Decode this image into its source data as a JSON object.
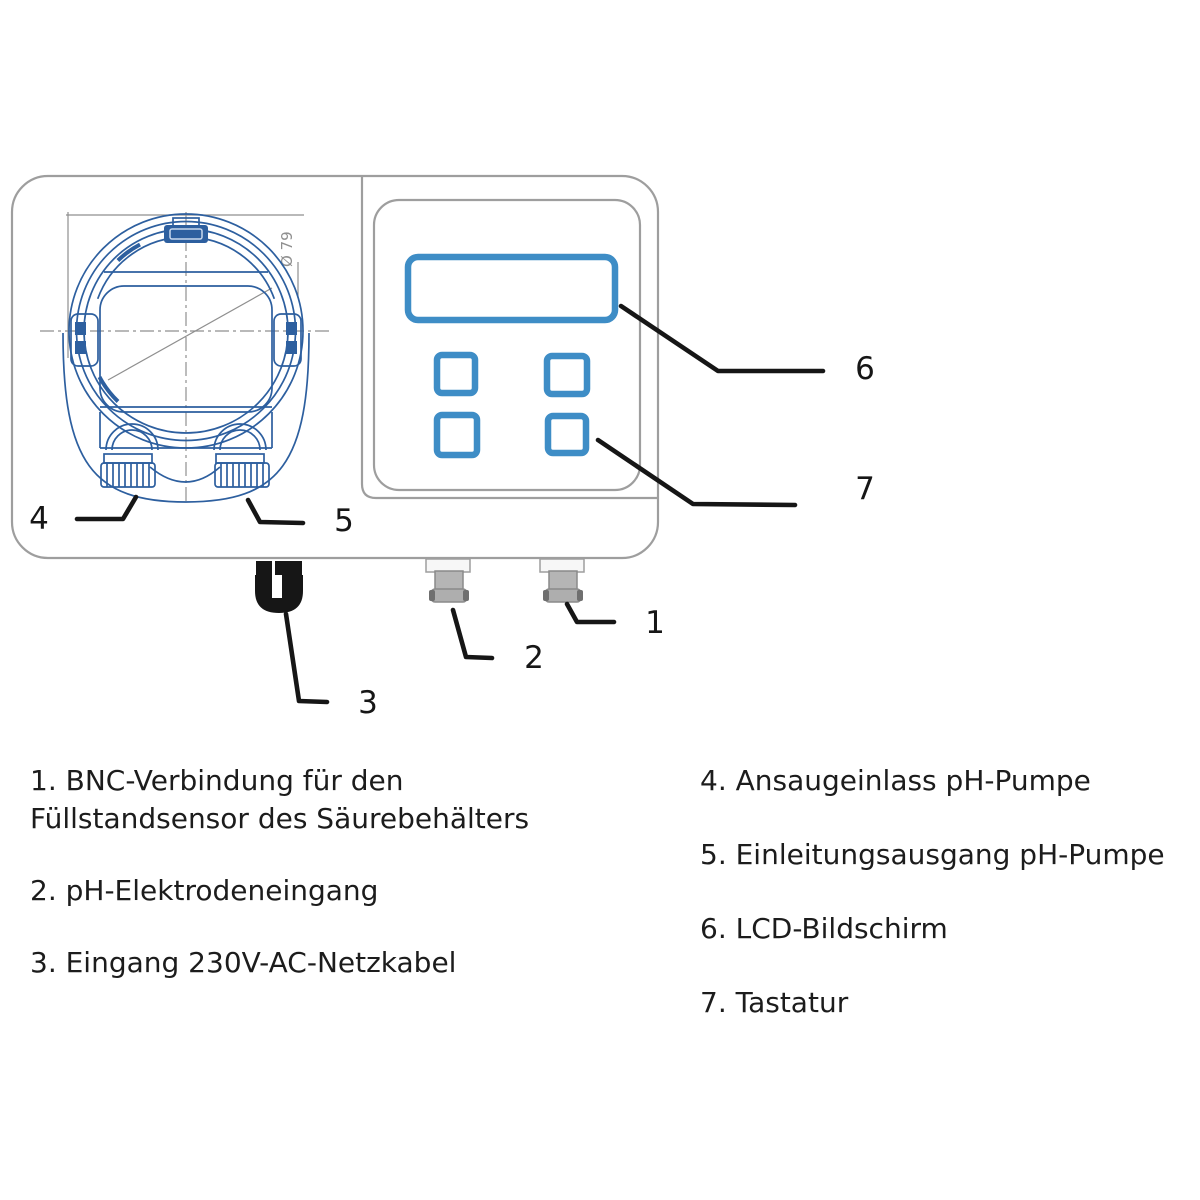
{
  "figure": {
    "dim_label": "Ø 79",
    "callouts": [
      "1",
      "2",
      "3",
      "4",
      "5",
      "6",
      "7"
    ]
  },
  "legend": {
    "left_column": [
      "1. BNC-Verbindung für den Füllstandsensor des Säurebehälters",
      "2. pH-Elektrodeneingang",
      "3. Eingang 230V-AC-Netzkabel"
    ],
    "right_column": [
      "4. Ansaugeinlass pH-Pumpe",
      "5. Einleitungsausgang pH-Pumpe",
      "6. LCD-Bildschirm",
      "7. Tastatur"
    ]
  },
  "colors": {
    "panel-blue": "#3e8dc6",
    "pump-blue": "#2d5f9f",
    "outline-gray": "#9e9e9e",
    "dim-gray": "#8f8f8f",
    "callout-black": "#161616",
    "text-color": "#1c1c1c",
    "connector-gray": "#b5b5b5",
    "plug-black": "#161616"
  }
}
